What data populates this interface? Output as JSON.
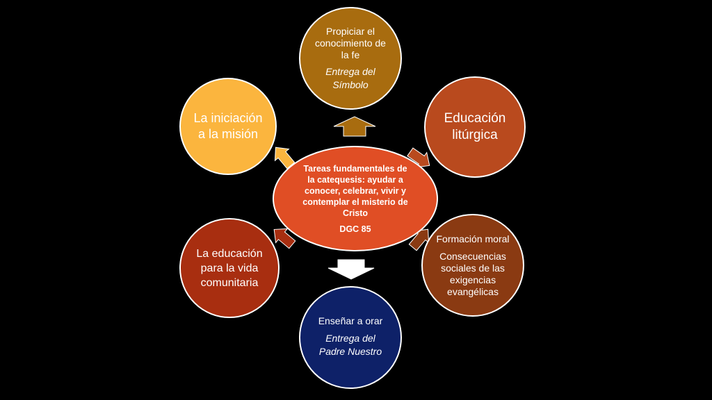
{
  "center": {
    "text": "Tareas fundamentales de la catequesis: ayudar a conocer, celebrar, vivir y contemplar el misterio de Cristo",
    "ref": "DGC 85"
  },
  "nodes": {
    "top": {
      "line1": "Propiciar el conocimiento de la fe",
      "line2": "Entrega del Símbolo"
    },
    "upper_right": {
      "line1": "Educación litúrgica"
    },
    "lower_right": {
      "line1": "Formación moral",
      "line2": "Consecuencias sociales de las exigencias evangélicas"
    },
    "bottom": {
      "line1": "Enseñar a orar",
      "line2": "Entrega del Padre Nuestro"
    },
    "lower_left": {
      "line1": "La educación para la vida comunitaria"
    },
    "upper_left": {
      "line1": "La iniciación a la misión"
    }
  },
  "colors": {
    "background": "#000000",
    "center": "#E04E25",
    "top": "#A86C0F",
    "upper_right": "#B94A1E",
    "lower_right": "#8A3A12",
    "bottom": "#0E2168",
    "lower_left": "#A82E10",
    "upper_left": "#FBB53E"
  }
}
